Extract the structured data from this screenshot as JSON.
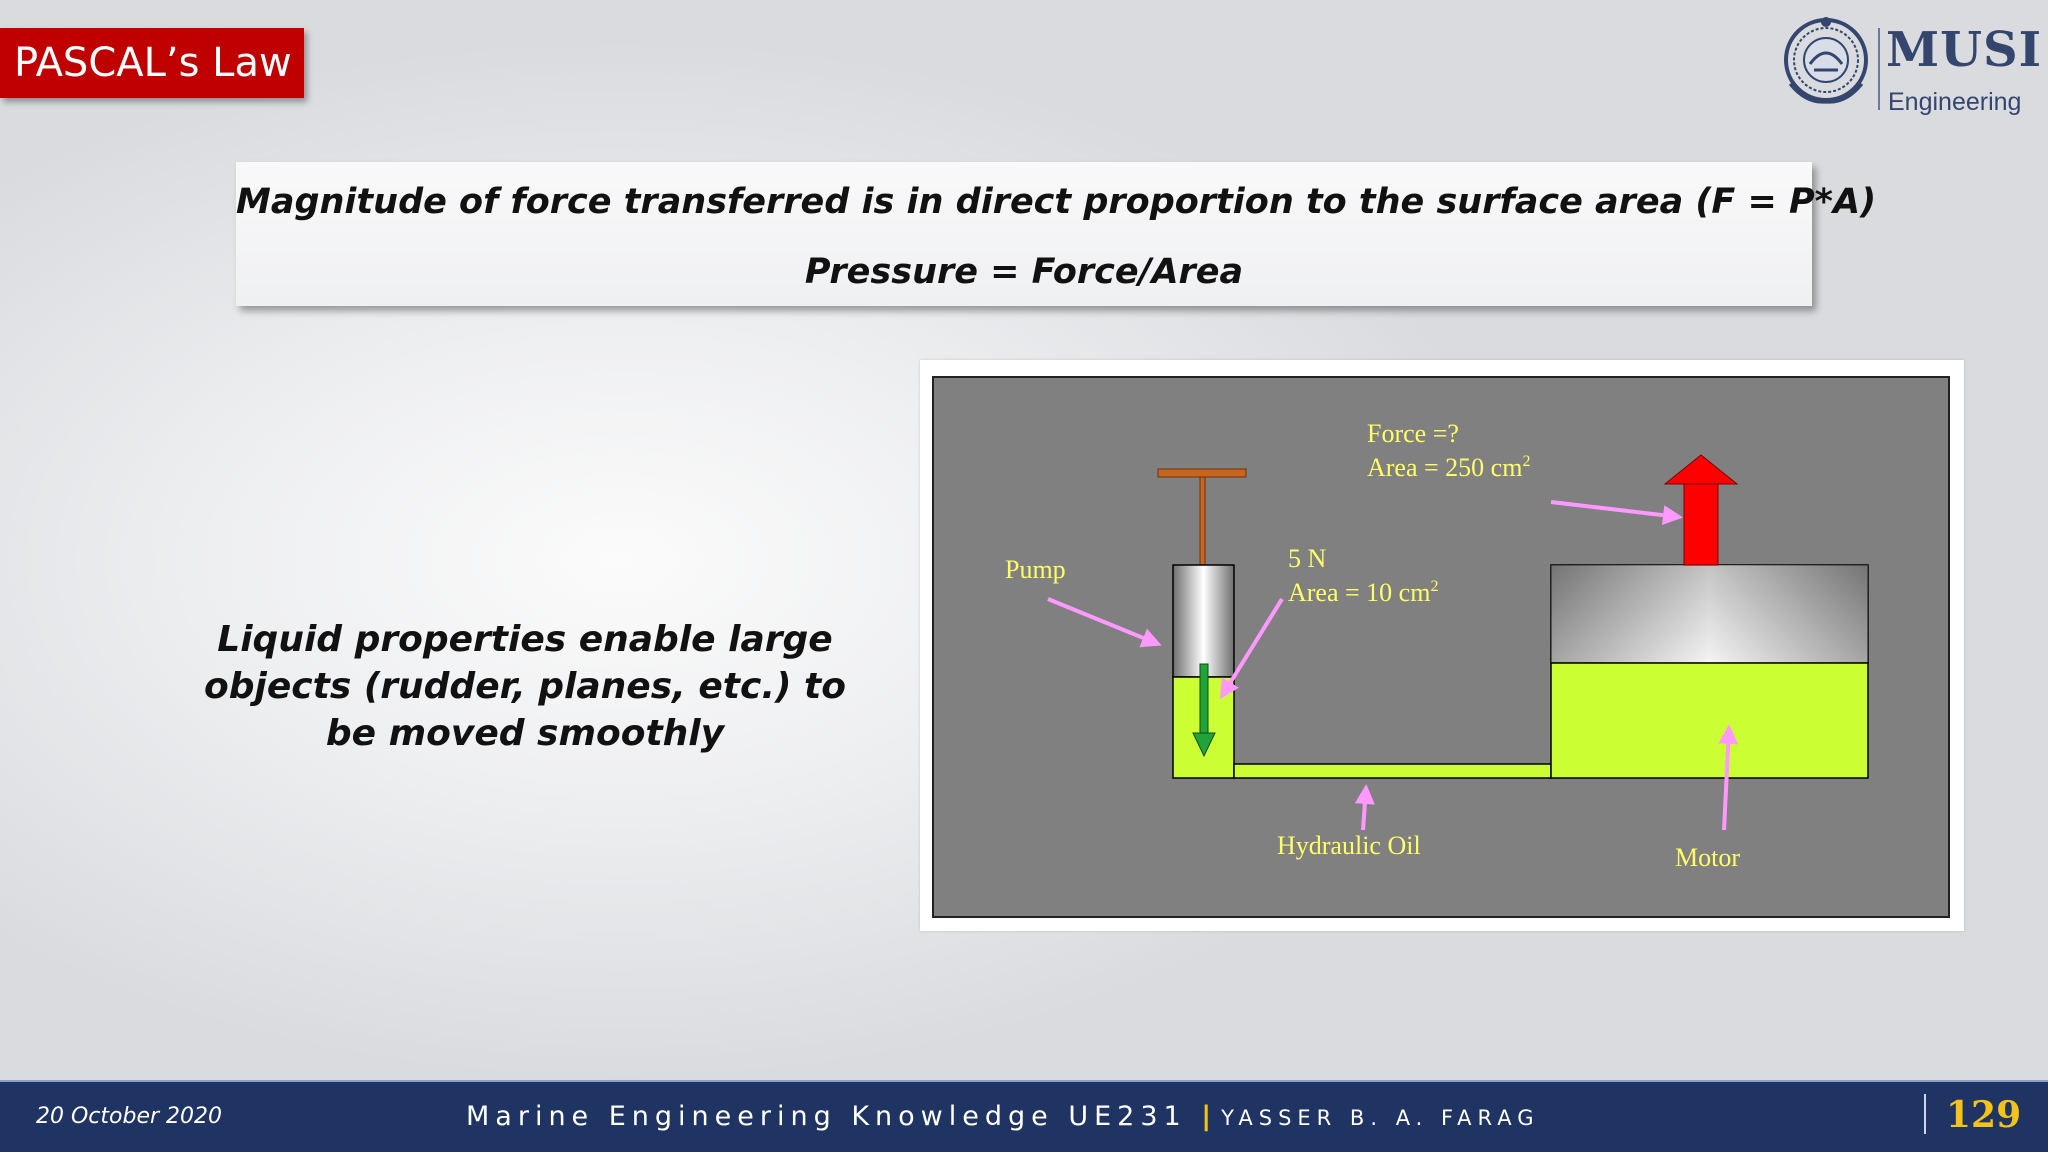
{
  "slide": {
    "title": "PASCAL’s Law",
    "logo": {
      "brand": "MUSI",
      "subtitle": "Engineering"
    }
  },
  "formula_box": {
    "line1": "Magnitude of force transferred is in direct proportion to the surface area (F = P*A)",
    "line2": "Pressure = Force/Area"
  },
  "body_text": "Liquid properties enable large objects (rudder, planes, etc.) to be moved smoothly",
  "diagram": {
    "labels": {
      "pump": "Pump",
      "input_force": "5 N",
      "input_area": "Area = 10 cm",
      "output_force": "Force =?",
      "output_area": "Area = 250 cm",
      "superscript": "2",
      "oil": "Hydraulic Oil",
      "motor": "Motor"
    },
    "colors": {
      "background": "#808080",
      "oil": "#ccff33",
      "label": "#ffff66",
      "pointer": "#ff99ff",
      "input_arrow": "#22a33a",
      "output_arrow": "#ff0000",
      "handle": "#c8641e"
    }
  },
  "footer": {
    "date": "20 October 2020",
    "course": "Marine Engineering Knowledge UE231",
    "separator": "|",
    "author": "YASSER B. A. FARAG",
    "page_number": "129"
  }
}
